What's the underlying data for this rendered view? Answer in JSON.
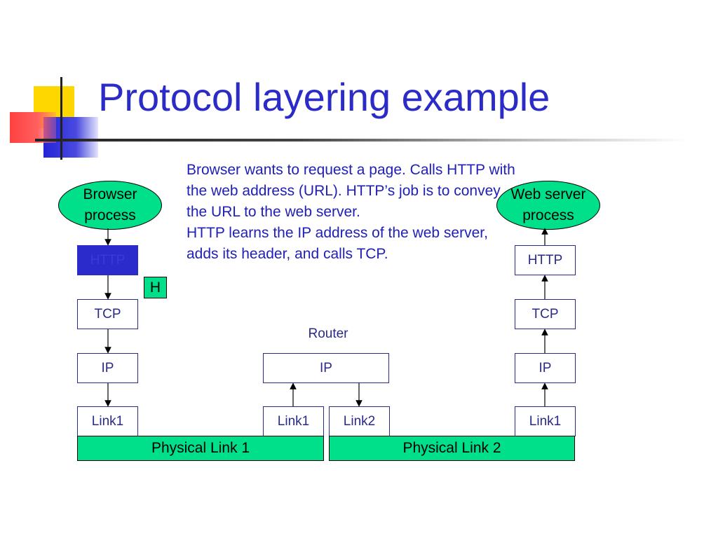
{
  "title": "Protocol layering example",
  "description": {
    "para1": "Browser wants to request a page.  Calls HTTP with the web address (URL). HTTP’s job is to convey the URL to the web server.",
    "para2": "HTTP learns the IP address of the web server, adds its header, and calls TCP."
  },
  "left_stack": {
    "process": "Browser process",
    "http": "HTTP",
    "header": "H",
    "tcp": "TCP",
    "ip": "IP",
    "link": "Link1"
  },
  "router": {
    "label": "Router",
    "ip": "IP",
    "link_in": "Link1",
    "link_out": "Link2"
  },
  "right_stack": {
    "process": "Web server process",
    "http": "HTTP",
    "tcp": "TCP",
    "ip": "IP",
    "link": "Link1"
  },
  "physical": {
    "link1": "Physical Link 1",
    "link2": "Physical Link 2"
  },
  "colors": {
    "title": "#2b2bc8",
    "node_fill": "#00e08a",
    "active_layer": "#2b2bcc",
    "box_border": "#2a2a8a"
  }
}
